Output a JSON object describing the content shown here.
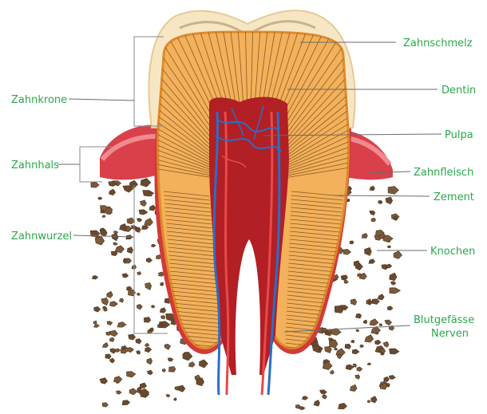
{
  "labels_left": {
    "crown": "Zahnkrone",
    "neck": "Zahnhals",
    "root": "Zahnwurzel"
  },
  "labels_right": {
    "enamel": "Zahnschmelz",
    "dentin": "Dentin",
    "pulp": "Pulpa",
    "gum": "Zahnfleisch",
    "cementum": "Zement",
    "bone": "Knochen",
    "vessels_line1": "Blutgefässe",
    "vessels_line2": "Nerven"
  },
  "colors": {
    "label": "#2aa84a",
    "enamel": "#f7e6c4",
    "dentin": "#f2b15a",
    "pulp": "#b21f24",
    "gum": "#d9404a",
    "bone": "#7a5a3a",
    "artery": "#c8232c",
    "vein": "#2a6ec8"
  }
}
